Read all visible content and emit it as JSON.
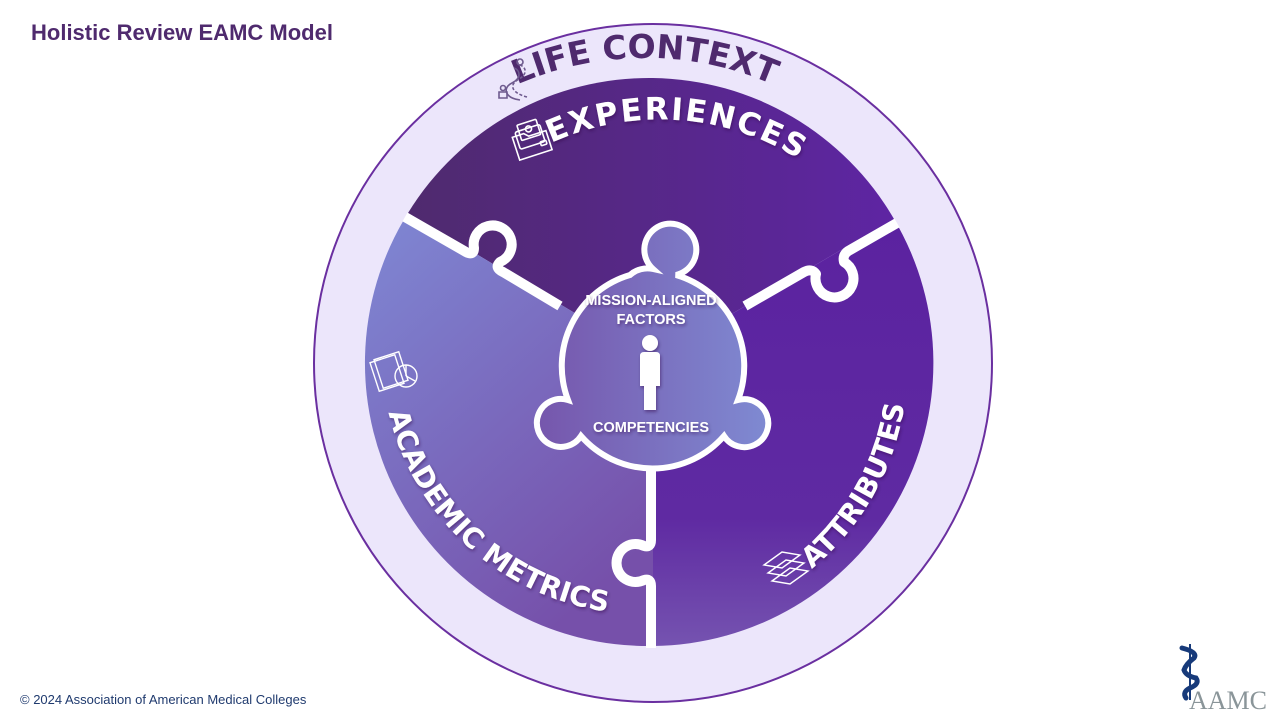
{
  "header": {
    "title": "Holistic Review EAMC Model"
  },
  "footer": {
    "copyright": "© 2024 Association of American Medical Colleges"
  },
  "logo": {
    "text": "AAMC",
    "icon": "staff-of-asclepius-icon"
  },
  "diagram": {
    "outer_ring": {
      "label": "LIFE CONTEXT",
      "icon": "road-path-icon"
    },
    "segments": [
      {
        "id": "experiences",
        "label": "EXPERIENCES",
        "icon": "folder-photos-icon"
      },
      {
        "id": "academic-metrics",
        "label": "ACADEMIC METRICS",
        "icon": "report-chart-icon"
      },
      {
        "id": "attributes",
        "label": "ATTRIBUTES",
        "icon": "stacked-layers-icon"
      }
    ],
    "center": {
      "top_label_line1": "MISSION-ALIGNED",
      "top_label_line2": "FACTORS",
      "bottom_label": "COMPETENCIES",
      "icon": "person-icon"
    },
    "colors": {
      "outer_ring_fill": "#ece6fb",
      "outer_ring_stroke": "#6a2fa0",
      "experiences": "#4f2a6e",
      "attributes": "#5c23a0",
      "academic_metrics": "#7f86d0",
      "center": "#7a64b8",
      "title": "#4f2a6e"
    }
  }
}
